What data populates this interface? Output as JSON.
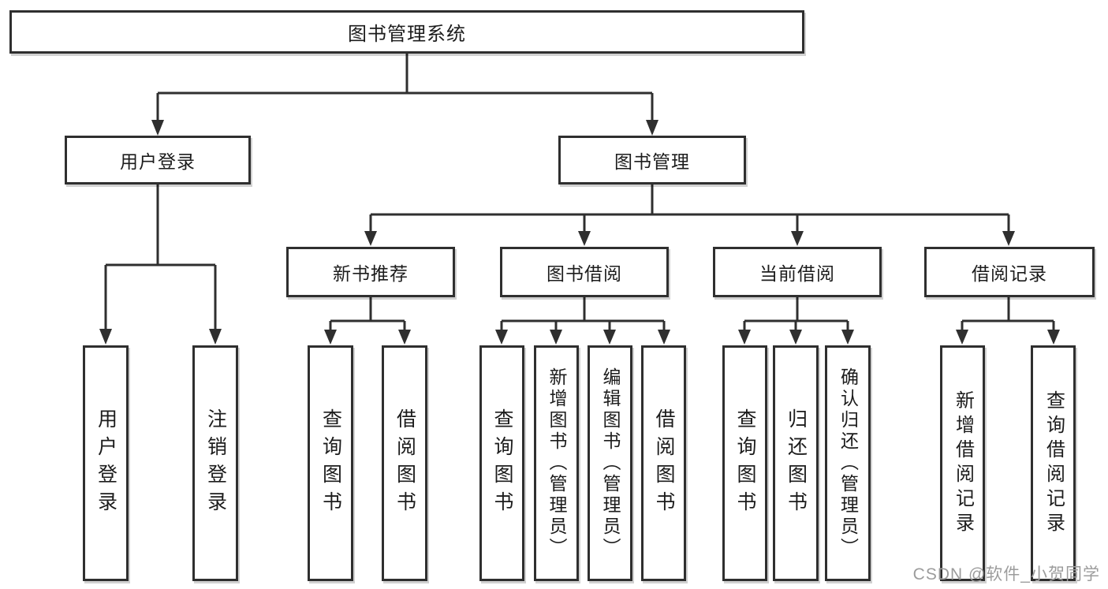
{
  "root": {
    "label": "图书管理系统"
  },
  "user_login": {
    "label": "用户登录",
    "children": [
      {
        "label": "用户登录"
      },
      {
        "label": "注销登录"
      }
    ]
  },
  "book_mgmt": {
    "label": "图书管理",
    "children": [
      {
        "label": "新书推荐",
        "children": [
          {
            "label": "查询图书"
          },
          {
            "label": "借阅图书"
          }
        ]
      },
      {
        "label": "图书借阅",
        "children": [
          {
            "label": "查询图书"
          },
          {
            "label": "新增图书（管理员）"
          },
          {
            "label": "编辑图书（管理员）"
          },
          {
            "label": "借阅图书"
          }
        ]
      },
      {
        "label": "当前借阅",
        "children": [
          {
            "label": "查询图书"
          },
          {
            "label": "归还图书"
          },
          {
            "label": "确认归还（管理员）"
          }
        ]
      },
      {
        "label": "借阅记录",
        "children": [
          {
            "label": "新增借阅记录"
          },
          {
            "label": "查询借阅记录"
          }
        ]
      }
    ]
  },
  "watermark": "CSDN @软件_小贺同学",
  "colors": {
    "line": "#2f2f2f",
    "text": "#1c1c1c",
    "watermark": "#9c9c9c",
    "background": "#ffffff"
  }
}
